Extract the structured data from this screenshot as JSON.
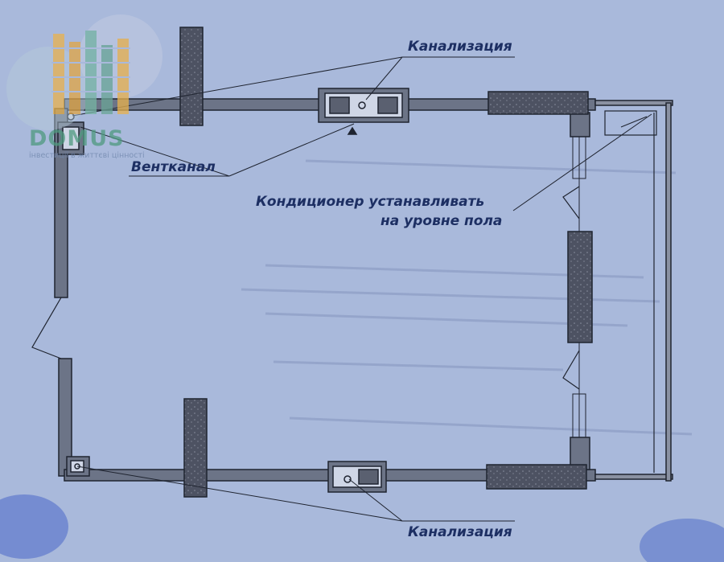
{
  "labels": {
    "sewer_top": "Канализация",
    "vent_channel": "Вентканал",
    "ac_line1": "Кондиционер устанавливать",
    "ac_line2": "на уровне пола",
    "sewer_bottom": "Канализация"
  },
  "logo": {
    "name": "DOMUS",
    "tagline": "інвестиції в життєві цінності"
  },
  "colors": {
    "paper": "#a9b9db",
    "wall": "#6c7487",
    "column": "#4d5262",
    "ink": "#1d2f63"
  }
}
